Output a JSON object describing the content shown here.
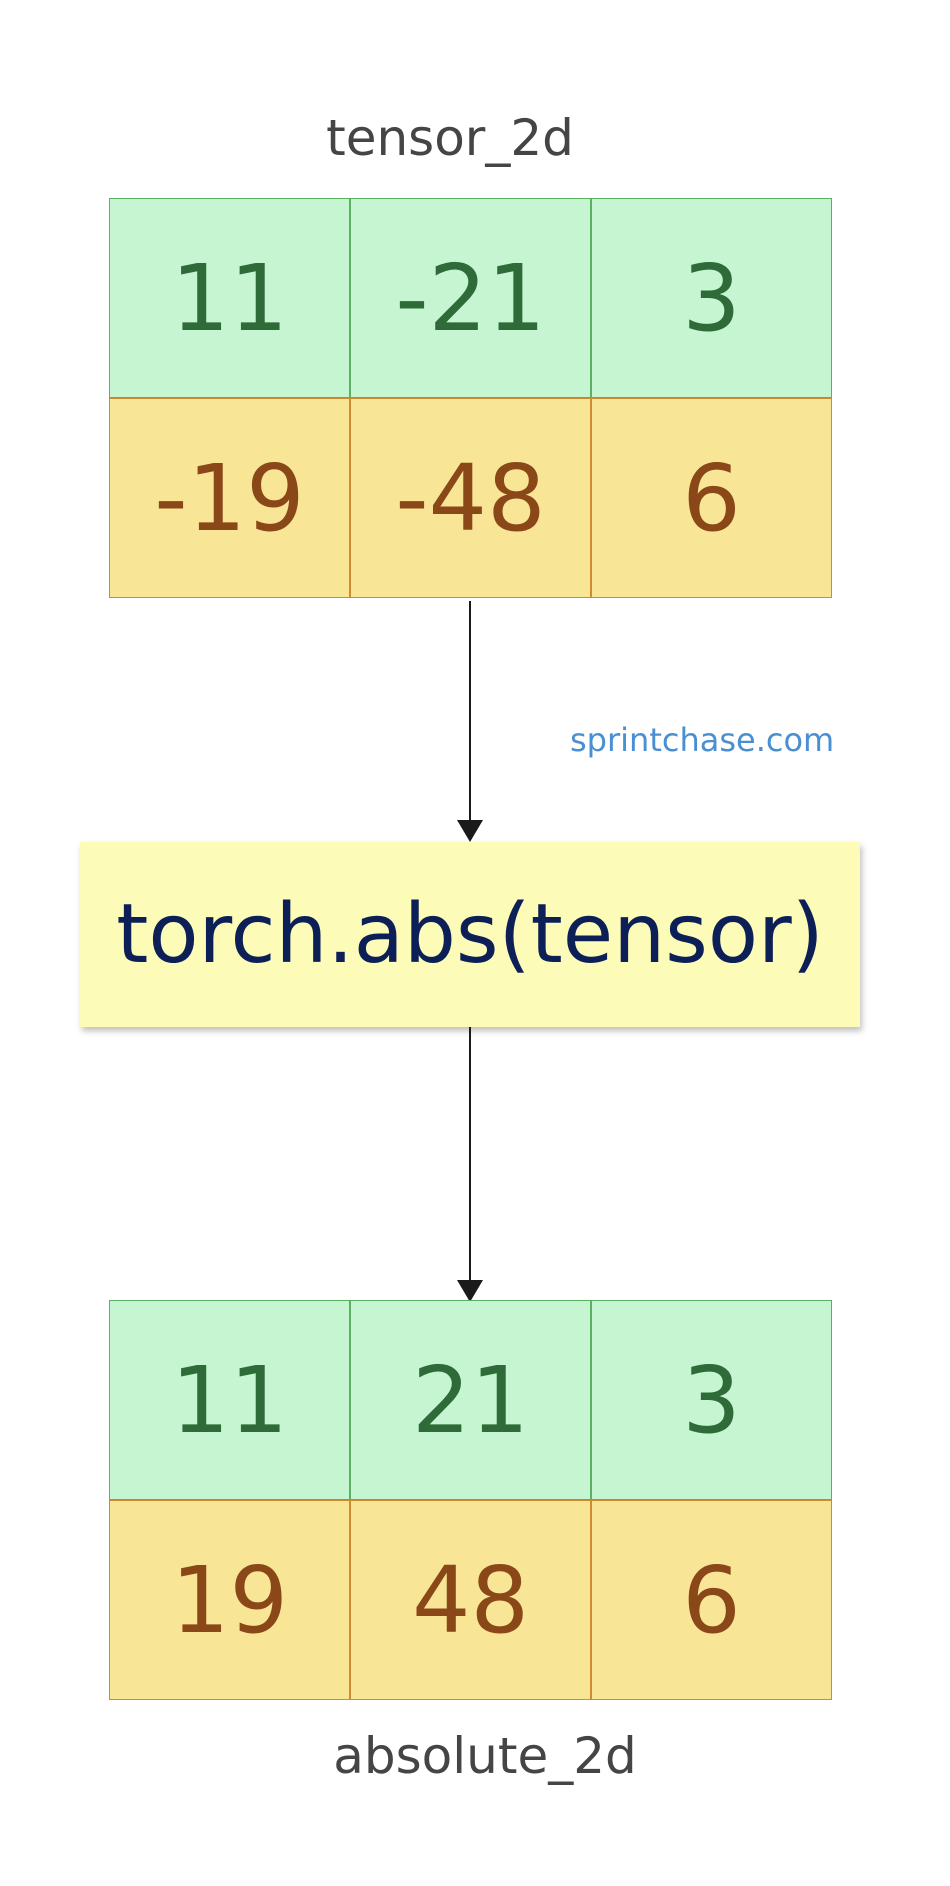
{
  "input": {
    "name": "tensor_2d",
    "rows": [
      [
        "11",
        "-21",
        "3"
      ],
      [
        "-19",
        "-48",
        "6"
      ]
    ]
  },
  "operation": {
    "label": "torch.abs(tensor)"
  },
  "output": {
    "name": "absolute_2d",
    "rows": [
      [
        "11",
        "21",
        "3"
      ],
      [
        "19",
        "48",
        "6"
      ]
    ]
  },
  "watermark": "sprintchase.com",
  "colors": {
    "row_positive_fill": "#c6f5d2",
    "row_positive_border": "#5cb062",
    "row_negative_fill": "#f9e596",
    "row_negative_border": "#cf8a33",
    "function_box_fill": "#fdfbb8",
    "function_text": "#0c2057",
    "watermark": "#4a8fd1"
  }
}
